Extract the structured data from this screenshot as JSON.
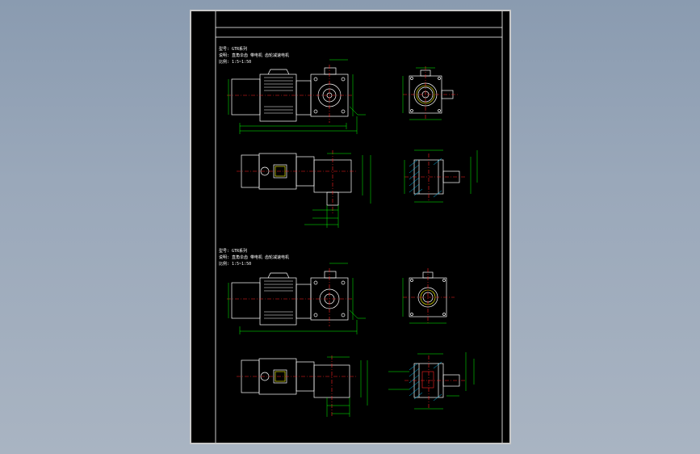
{
  "viewport": {
    "background": "#9aa8ba"
  },
  "sheet": {
    "background": "#000000",
    "border": "#c8c8c8"
  },
  "colors": {
    "outline": "#ffffff",
    "dimension": "#00ff00",
    "centerline": "#ff2020",
    "accent": "#ffff00",
    "hatch": "#00c8ff"
  },
  "drawing_notes": {
    "top": {
      "line1": "型号: GTR系列",
      "line2": "说明: 直角伞齿 带电机 齿轮减速电机",
      "line3": "比例: 1:5~1:50"
    },
    "bottom": {
      "line1": "型号: GTR系列",
      "line2": "说明: 直角伞齿 带电机 齿轮减速电机",
      "line3": "比例: 1:5~1:50"
    }
  }
}
